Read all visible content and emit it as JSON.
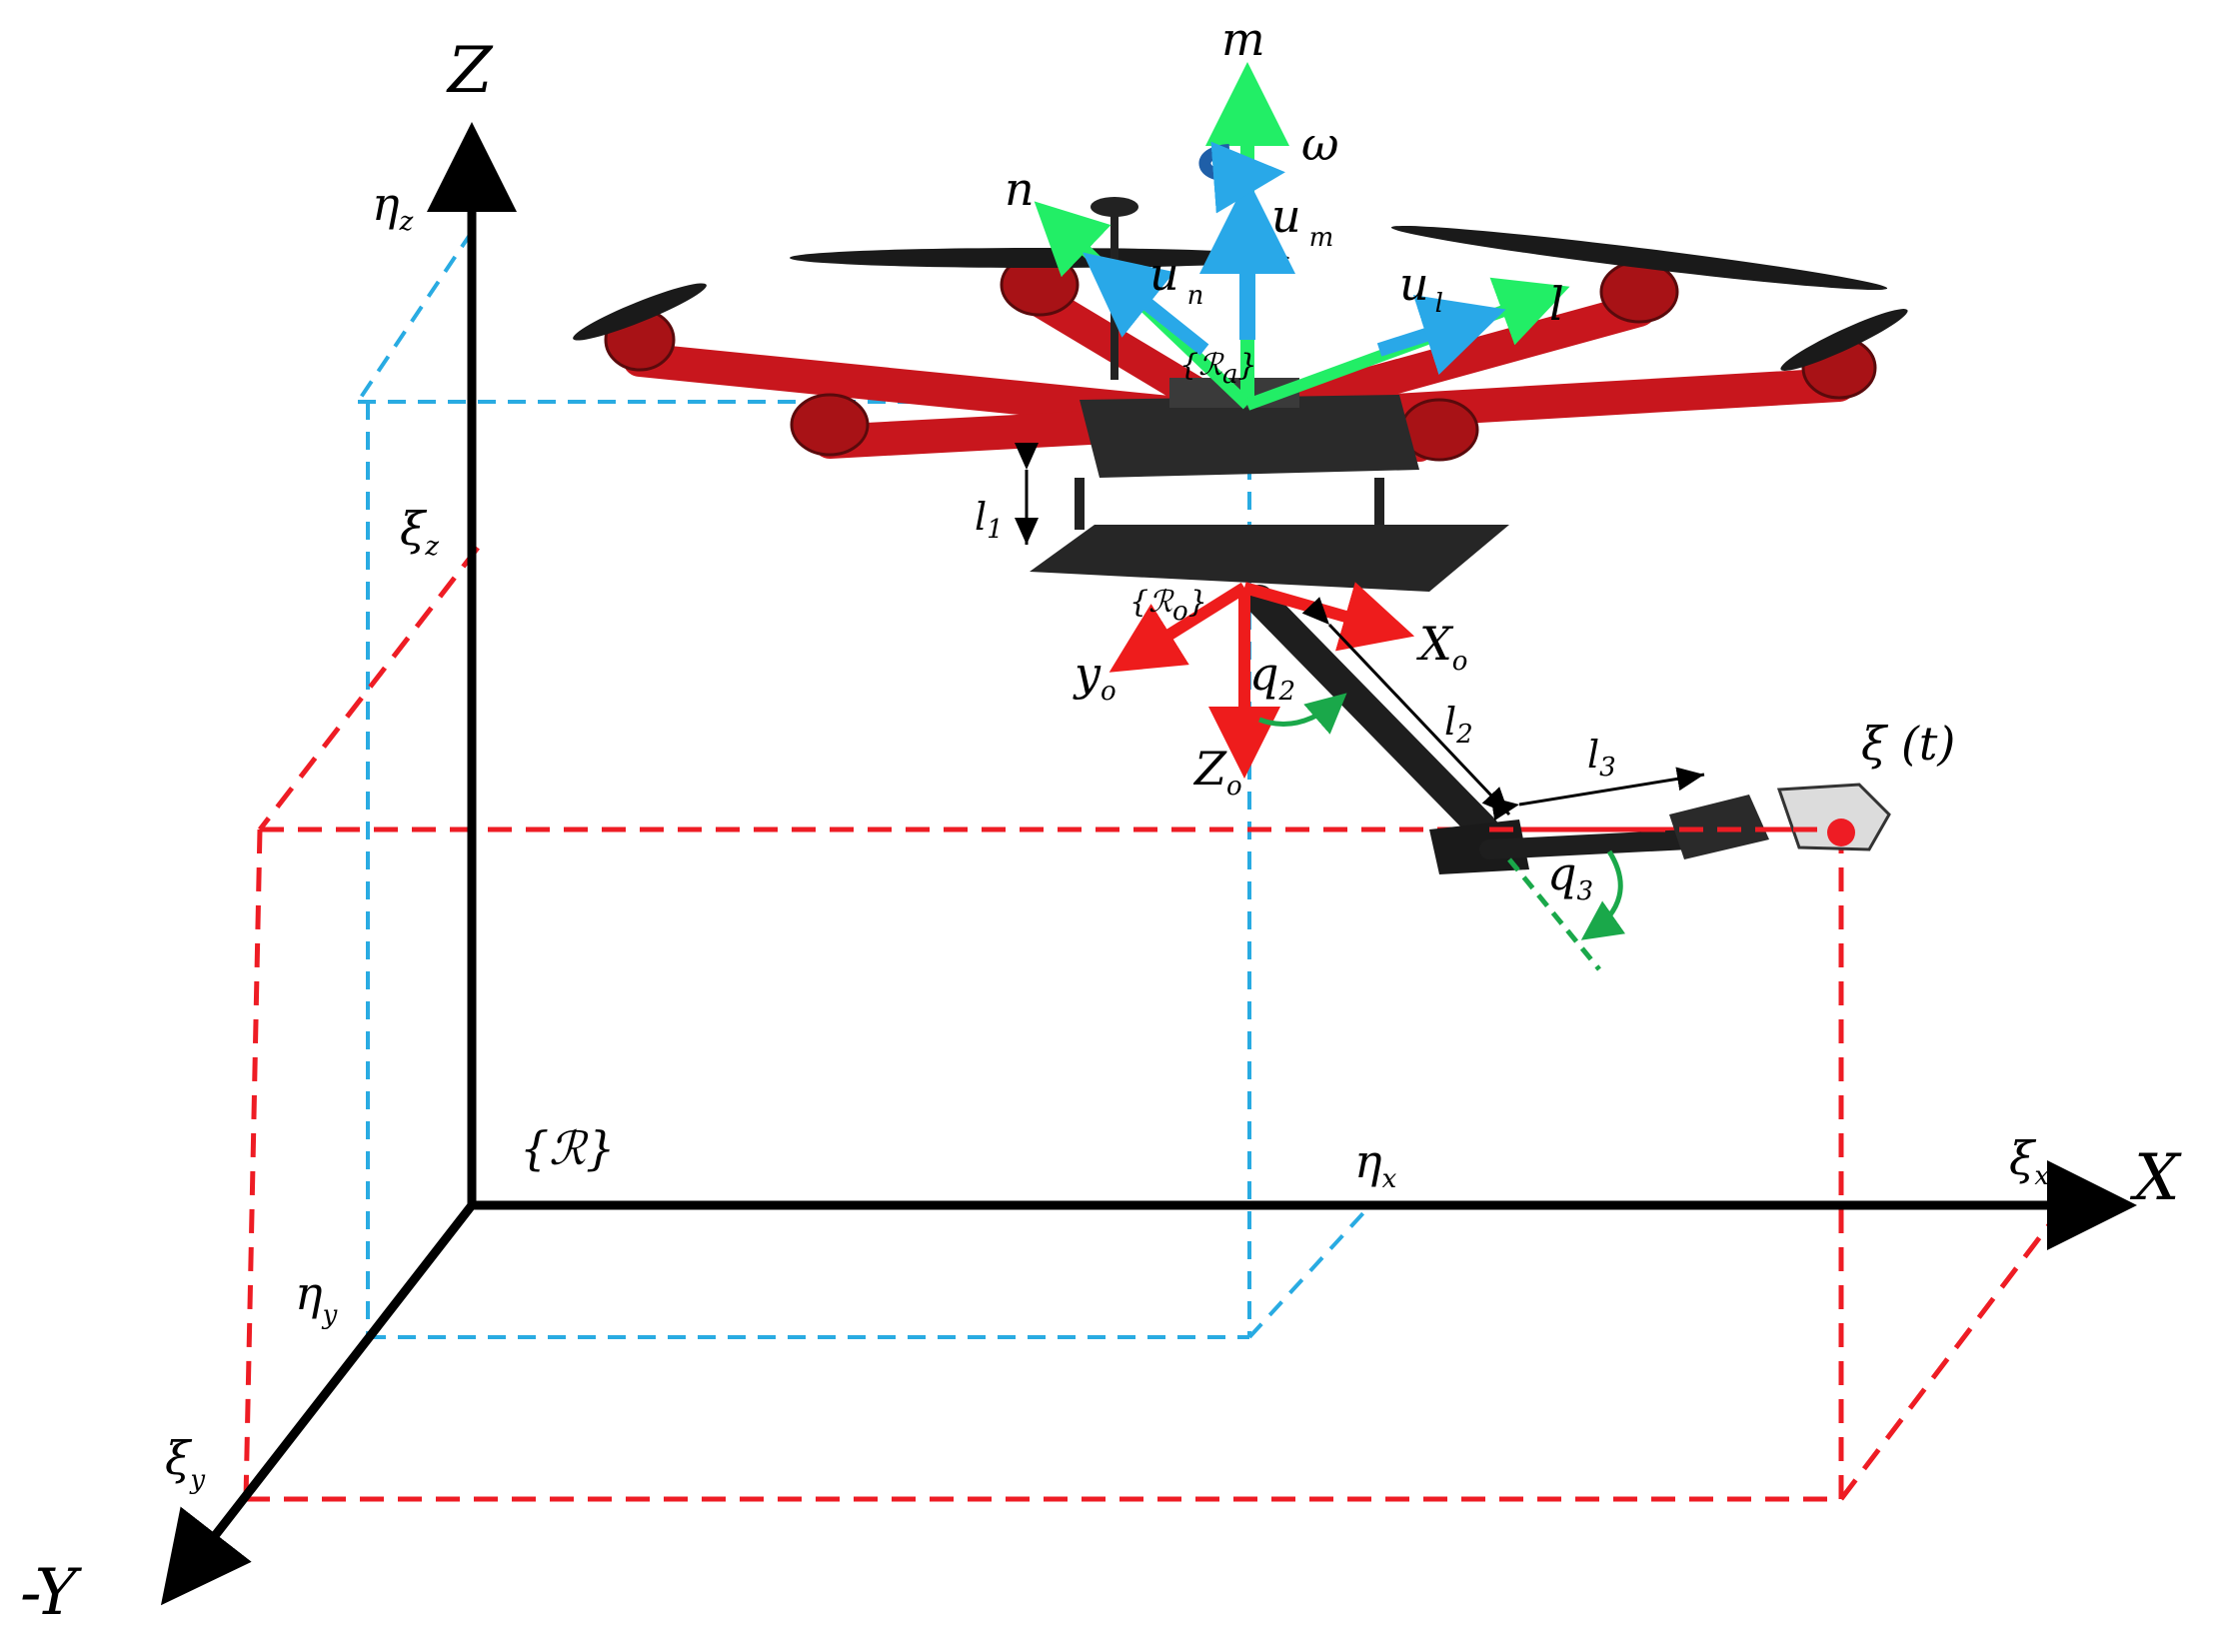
{
  "colors": {
    "axis": "#000000",
    "dash_red": "#ee1c24",
    "dash_cyan": "#29abe2",
    "arrow_green": "#22ee66",
    "arrow_blue": "#29a8e8",
    "arrow_red": "#ee1c1c",
    "frame_red": "#c8161d",
    "frame_dark": "#2a2a2a",
    "angle_green": "#1aa84a",
    "omega_blue": "#1f5fa8"
  },
  "axes": {
    "z_label": "Z",
    "x_label": "X",
    "y_label": "-Y",
    "origin_label": "{ℛ}"
  },
  "projections": {
    "eta_z": {
      "sym": "η",
      "sub": "z"
    },
    "eta_x": {
      "sym": "η",
      "sub": "x"
    },
    "eta_y": {
      "sym": "η",
      "sub": "y"
    },
    "xi_z": {
      "sym": "ξ",
      "sub": "z"
    },
    "xi_x": {
      "sym": "ξ",
      "sub": "x"
    },
    "xi_y": {
      "sym": "ξ",
      "sub": "y"
    }
  },
  "body_frame": {
    "m": "m",
    "n": "n",
    "l": "l",
    "omega": "ω",
    "u_m": {
      "sym": "u",
      "sub": "m"
    },
    "u_n": {
      "sym": "u",
      "sub": "n"
    },
    "u_l": {
      "sym": "u",
      "sub": "l"
    },
    "frame_label": "{ℛ",
    "frame_sub": "a",
    "frame_close": "}"
  },
  "arm_frame": {
    "x_o": {
      "sym": "X",
      "sub": "o"
    },
    "y_o": {
      "sym": "y",
      "sub": "o"
    },
    "z_o": {
      "sym": "Z",
      "sub": "o"
    },
    "frame_label": "{ℛ",
    "frame_sub": "o",
    "frame_close": "}"
  },
  "lengths": {
    "l1": {
      "sym": "l",
      "sub": "1"
    },
    "l2": {
      "sym": "l",
      "sub": "2"
    },
    "l3": {
      "sym": "l",
      "sub": "3"
    }
  },
  "angles": {
    "q2": {
      "sym": "q",
      "sub": "2"
    },
    "q3": {
      "sym": "q",
      "sub": "3"
    }
  },
  "end_effector": {
    "label": "ξ (t)"
  }
}
